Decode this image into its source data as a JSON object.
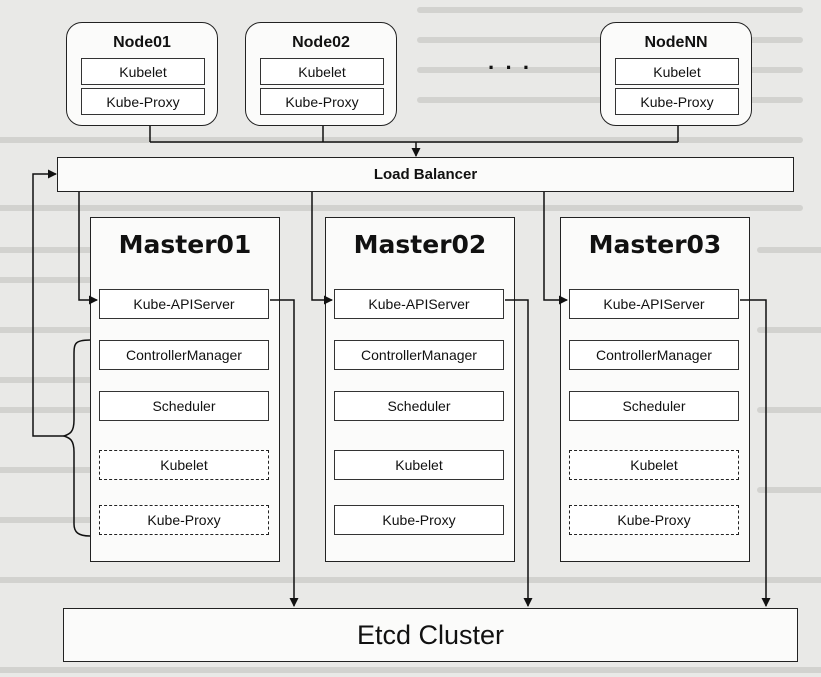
{
  "nodes": [
    {
      "title": "Node01",
      "kubelet": "Kubelet",
      "proxy": "Kube-Proxy"
    },
    {
      "title": "Node02",
      "kubelet": "Kubelet",
      "proxy": "Kube-Proxy"
    },
    {
      "title": "NodeNN",
      "kubelet": "Kubelet",
      "proxy": "Kube-Proxy"
    }
  ],
  "ellipsis": "· · ·",
  "load_balancer": "Load Balancer",
  "masters": [
    {
      "title": "Master01",
      "apiserver": "Kube-APIServer",
      "controller": "ControllerManager",
      "scheduler": "Scheduler",
      "kubelet": "Kubelet",
      "proxy": "Kube-Proxy"
    },
    {
      "title": "Master02",
      "apiserver": "Kube-APIServer",
      "controller": "ControllerManager",
      "scheduler": "Scheduler",
      "kubelet": "Kubelet",
      "proxy": "Kube-Proxy"
    },
    {
      "title": "Master03",
      "apiserver": "Kube-APIServer",
      "controller": "ControllerManager",
      "scheduler": "Scheduler",
      "kubelet": "Kubelet",
      "proxy": "Kube-Proxy"
    }
  ],
  "etcd": "Etcd Cluster"
}
